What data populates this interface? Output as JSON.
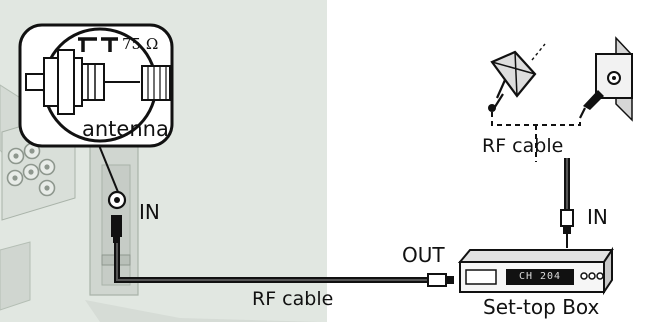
{
  "diagram": {
    "callout": {
      "label": "antenna",
      "impedance": "75 Ω"
    },
    "tv_input_label": "IN",
    "set_top_box": {
      "name": "Set-top Box",
      "input_label": "IN",
      "output_label": "OUT",
      "display_text": "CH 204"
    },
    "cables": {
      "top_label": "RF cable",
      "bottom_label": "RF cable"
    }
  }
}
